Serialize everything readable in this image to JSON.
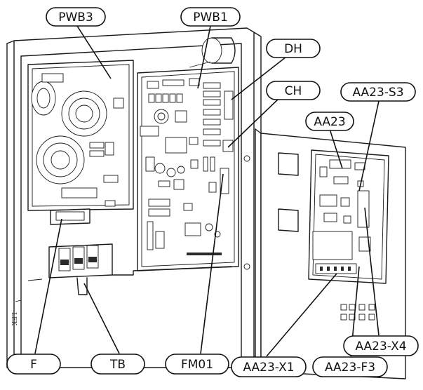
{
  "labels": {
    "pwb3": "PWB3",
    "pwb1": "PWB1",
    "dh": "DH",
    "ch": "CH",
    "aa23_s3": "AA23-S3",
    "aa23": "AA23",
    "f": "F",
    "tb": "TB",
    "fm01": "FM01",
    "aa23_x1": "AA23-X1",
    "aa23_f3": "AA23-F3",
    "aa23_x4": "AA23-X4"
  },
  "side_text": "LEK"
}
